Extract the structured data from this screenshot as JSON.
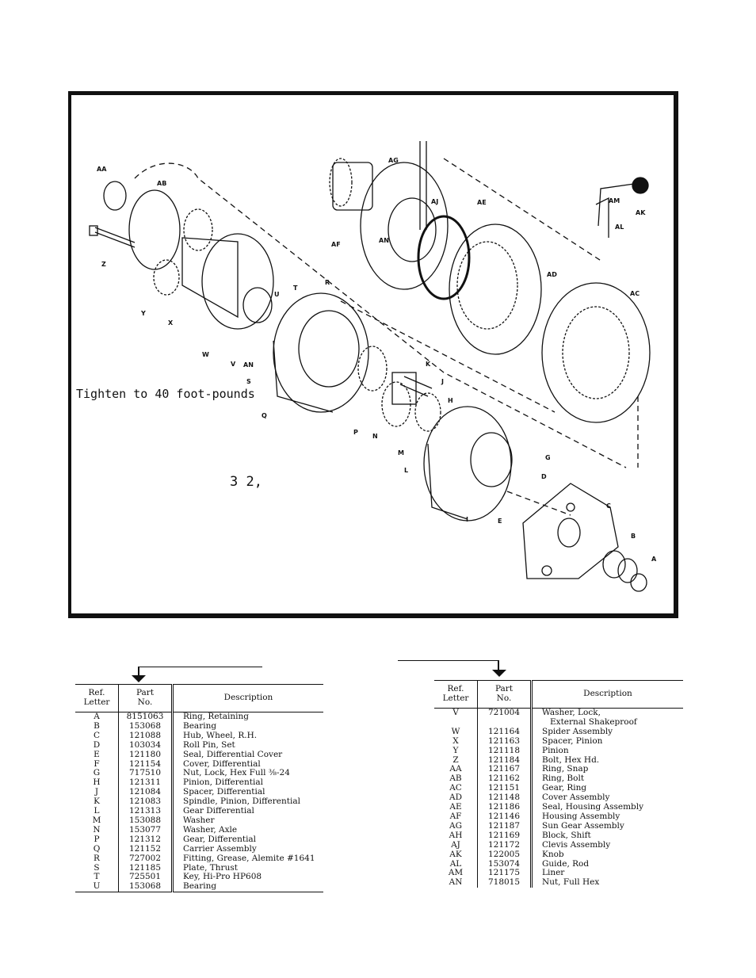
{
  "figure": {
    "torque_note": "Tighten to 40 foot-pounds",
    "figure_number_fragment": "3  2,",
    "callouts": [
      "AA",
      "AB",
      "Z",
      "Y",
      "X",
      "W",
      "V",
      "AN",
      "S",
      "U",
      "T",
      "Q",
      "R",
      "P",
      "N",
      "M",
      "L",
      "K",
      "J",
      "H",
      "I",
      "E",
      "G",
      "D",
      "C",
      "B",
      "A",
      "AG",
      "AJ",
      "AF",
      "AN",
      "AE",
      "AD",
      "AC",
      "AM",
      "AK",
      "AL"
    ]
  },
  "left_table": {
    "headers": {
      "letter": "Ref.\nLetter",
      "part": "Part\nNo.",
      "desc": "Description"
    },
    "rows": [
      {
        "letter": "A",
        "part": "8151063",
        "desc": "Ring, Retaining"
      },
      {
        "letter": "B",
        "part": "153068",
        "desc": "Bearing"
      },
      {
        "letter": "C",
        "part": "121088",
        "desc": "Hub, Wheel, R.H."
      },
      {
        "letter": "D",
        "part": "103034",
        "desc": "Roll Pin, Set"
      },
      {
        "letter": "E",
        "part": "121180",
        "desc": "Seal, Differential Cover"
      },
      {
        "letter": "F",
        "part": "121154",
        "desc": "Cover, Differential"
      },
      {
        "letter": "G",
        "part": "717510",
        "desc": "Nut, Lock, Hex Full ⅜-24"
      },
      {
        "letter": "H",
        "part": "121311",
        "desc": "Pinion, Differential"
      },
      {
        "letter": "J",
        "part": "121084",
        "desc": "Spacer, Differential"
      },
      {
        "letter": "K",
        "part": "121083",
        "desc": "Spindle, Pinion, Differential"
      },
      {
        "letter": "L",
        "part": "121313",
        "desc": "Gear Differential"
      },
      {
        "letter": "M",
        "part": "153088",
        "desc": "Washer"
      },
      {
        "letter": "N",
        "part": "153077",
        "desc": "Washer, Axle"
      },
      {
        "letter": "P",
        "part": "121312",
        "desc": "Gear, Differential"
      },
      {
        "letter": "Q",
        "part": "121152",
        "desc": "Carrier Assembly"
      },
      {
        "letter": "R",
        "part": "727002",
        "desc": "Fitting, Grease, Alemite #1641"
      },
      {
        "letter": "S",
        "part": "121185",
        "desc": "Plate, Thrust"
      },
      {
        "letter": "T",
        "part": "725501",
        "desc": "Key, Hi-Pro HP608"
      },
      {
        "letter": "U",
        "part": "153068",
        "desc": "Bearing"
      }
    ]
  },
  "right_table": {
    "headers": {
      "letter": "Ref.\nLetter",
      "part": "Part\nNo.",
      "desc": "Description"
    },
    "rows": [
      {
        "letter": "V",
        "part": "721004",
        "desc": "Washer, Lock,"
      },
      {
        "letter": "",
        "part": "",
        "desc": "External Shakeproof"
      },
      {
        "letter": "W",
        "part": "121164",
        "desc": "Spider Assembly"
      },
      {
        "letter": "X",
        "part": "121163",
        "desc": "Spacer, Pinion"
      },
      {
        "letter": "Y",
        "part": "121118",
        "desc": "Pinion"
      },
      {
        "letter": "Z",
        "part": "121184",
        "desc": "Bolt, Hex Hd."
      },
      {
        "letter": "AA",
        "part": "121167",
        "desc": "Ring, Snap"
      },
      {
        "letter": "AB",
        "part": "121162",
        "desc": "Ring, Bolt"
      },
      {
        "letter": "AC",
        "part": "121151",
        "desc": "Gear, Ring"
      },
      {
        "letter": "AD",
        "part": "121148",
        "desc": "Cover Assembly"
      },
      {
        "letter": "AE",
        "part": "121186",
        "desc": "Seal, Housing Assembly"
      },
      {
        "letter": "AF",
        "part": "121146",
        "desc": "Housing Assembly"
      },
      {
        "letter": "AG",
        "part": "121187",
        "desc": "Sun Gear Assembly"
      },
      {
        "letter": "AH",
        "part": "121169",
        "desc": "Block, Shift"
      },
      {
        "letter": "AJ",
        "part": "121172",
        "desc": "Clevis Assembly"
      },
      {
        "letter": "AK",
        "part": "122005",
        "desc": "Knob"
      },
      {
        "letter": "AL",
        "part": "153074",
        "desc": "Guide, Rod"
      },
      {
        "letter": "AM",
        "part": "121175",
        "desc": "Liner"
      },
      {
        "letter": "AN",
        "part": "718015",
        "desc": "Nut, Full Hex"
      }
    ]
  }
}
